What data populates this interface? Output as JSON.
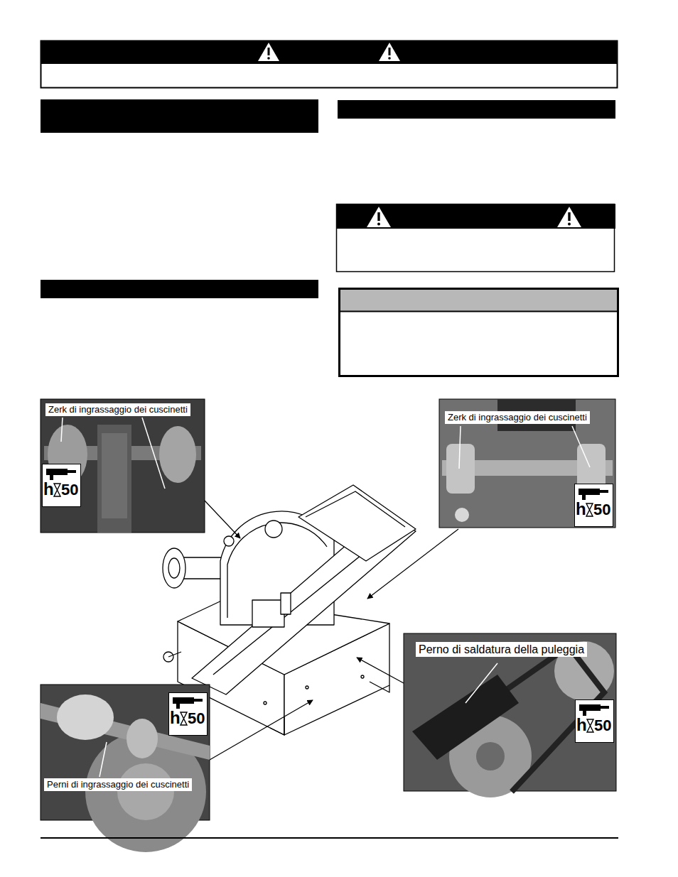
{
  "diagram": {
    "labels": [
      "Zerk di ingrassaggio dei cuscinetti",
      "h",
      "50",
      "Zerk di ingrassaggio dei cuscinetti",
      "h",
      "50",
      "Perni di ingrassaggio dei cuscinetti",
      "h",
      "50",
      "Perno di saldatura della puleggia",
      "h",
      "50"
    ]
  }
}
